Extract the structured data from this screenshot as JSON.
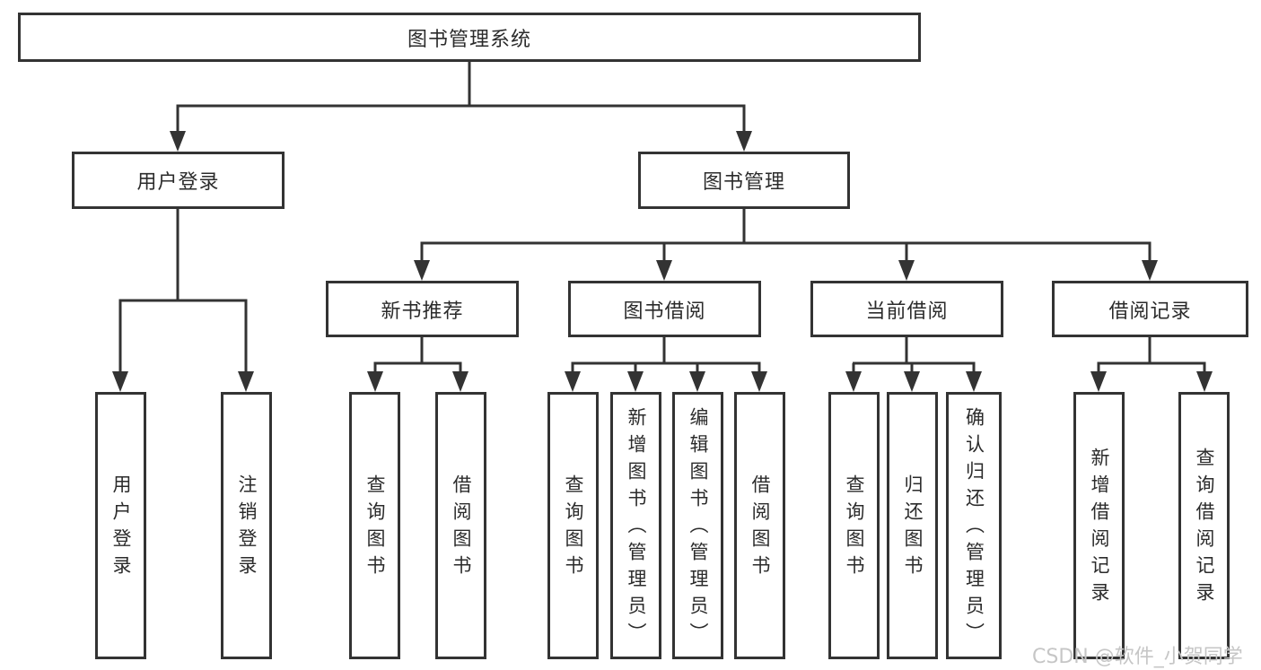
{
  "diagram": {
    "type": "hierarchy",
    "colors": {
      "line": "#333333",
      "box_border": "#333333",
      "text": "#2b2b2b",
      "watermark": "#c6c6c6",
      "background": "#ffffff"
    },
    "watermark": "CSDN @软件_小贺同学",
    "nodes": {
      "root": {
        "label": "图书管理系统",
        "level": 1,
        "parent": null
      },
      "user_login": {
        "label": "用户登录",
        "level": 2,
        "parent": "root"
      },
      "book_mgmt": {
        "label": "图书管理",
        "level": 2,
        "parent": "root"
      },
      "new_rec": {
        "label": "新书推荐",
        "level": 3,
        "parent": "book_mgmt"
      },
      "book_borrow": {
        "label": "图书借阅",
        "level": 3,
        "parent": "book_mgmt"
      },
      "cur_borrow": {
        "label": "当前借阅",
        "level": 3,
        "parent": "book_mgmt"
      },
      "borrow_rec": {
        "label": "借阅记录",
        "level": 3,
        "parent": "book_mgmt"
      },
      "leaf_user_login": {
        "label": "用户登录",
        "level": 4,
        "parent": "user_login"
      },
      "leaf_logout": {
        "label": "注销登录",
        "level": 4,
        "parent": "user_login"
      },
      "leaf_rec_query": {
        "label": "查询图书",
        "level": 4,
        "parent": "new_rec"
      },
      "leaf_rec_borrow": {
        "label": "借阅图书",
        "level": 4,
        "parent": "new_rec"
      },
      "leaf_bb_query": {
        "label": "查询图书",
        "level": 4,
        "parent": "book_borrow"
      },
      "leaf_bb_add": {
        "label": "新增图书（管理员）",
        "level": 4,
        "parent": "book_borrow"
      },
      "leaf_bb_edit": {
        "label": "编辑图书（管理员）",
        "level": 4,
        "parent": "book_borrow"
      },
      "leaf_bb_borrow": {
        "label": "借阅图书",
        "level": 4,
        "parent": "book_borrow"
      },
      "leaf_cb_query": {
        "label": "查询图书",
        "level": 4,
        "parent": "cur_borrow"
      },
      "leaf_cb_return": {
        "label": "归还图书",
        "level": 4,
        "parent": "cur_borrow"
      },
      "leaf_cb_confirm": {
        "label": "确认归还（管理员）",
        "level": 4,
        "parent": "cur_borrow"
      },
      "leaf_br_add": {
        "label": "新增借阅记录",
        "level": 4,
        "parent": "borrow_rec"
      },
      "leaf_br_query": {
        "label": "查询借阅记录",
        "level": 4,
        "parent": "borrow_rec"
      }
    }
  }
}
